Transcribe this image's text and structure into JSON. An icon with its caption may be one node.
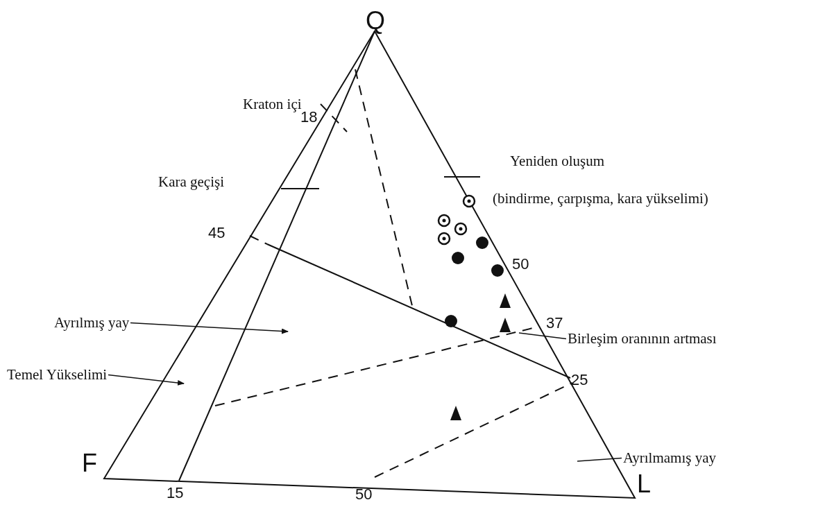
{
  "diagram": {
    "nodes": [
      {
        "text": [
          "Ayrılmış yay"
        ]
      },
      {
        "text": [
          "Temel Yükselimi"
        ]
      },
      {
        "text": [
          "Birleşim oranının artması"
        ]
      },
      {
        "text": [
          "Ayrılmamış yay"
        ]
      }
    ],
    "edges": [
      {
        "from": 0,
        "to": null,
        "arrow": "to"
      },
      {
        "from": 1,
        "to": null,
        "arrow": "to"
      },
      {
        "from": 2,
        "to": null,
        "arrow": "none"
      },
      {
        "from": 3,
        "to": null,
        "arrow": "none"
      }
    ],
    "labels": [
      "Q",
      "Kraton içi",
      "18",
      "Yeniden oluşum",
      "Kara geçişi",
      "(bindirme, çarpışma, kara yükselimi)",
      "45",
      "50",
      "37",
      "25",
      "F",
      "15",
      "50",
      "L"
    ]
  }
}
